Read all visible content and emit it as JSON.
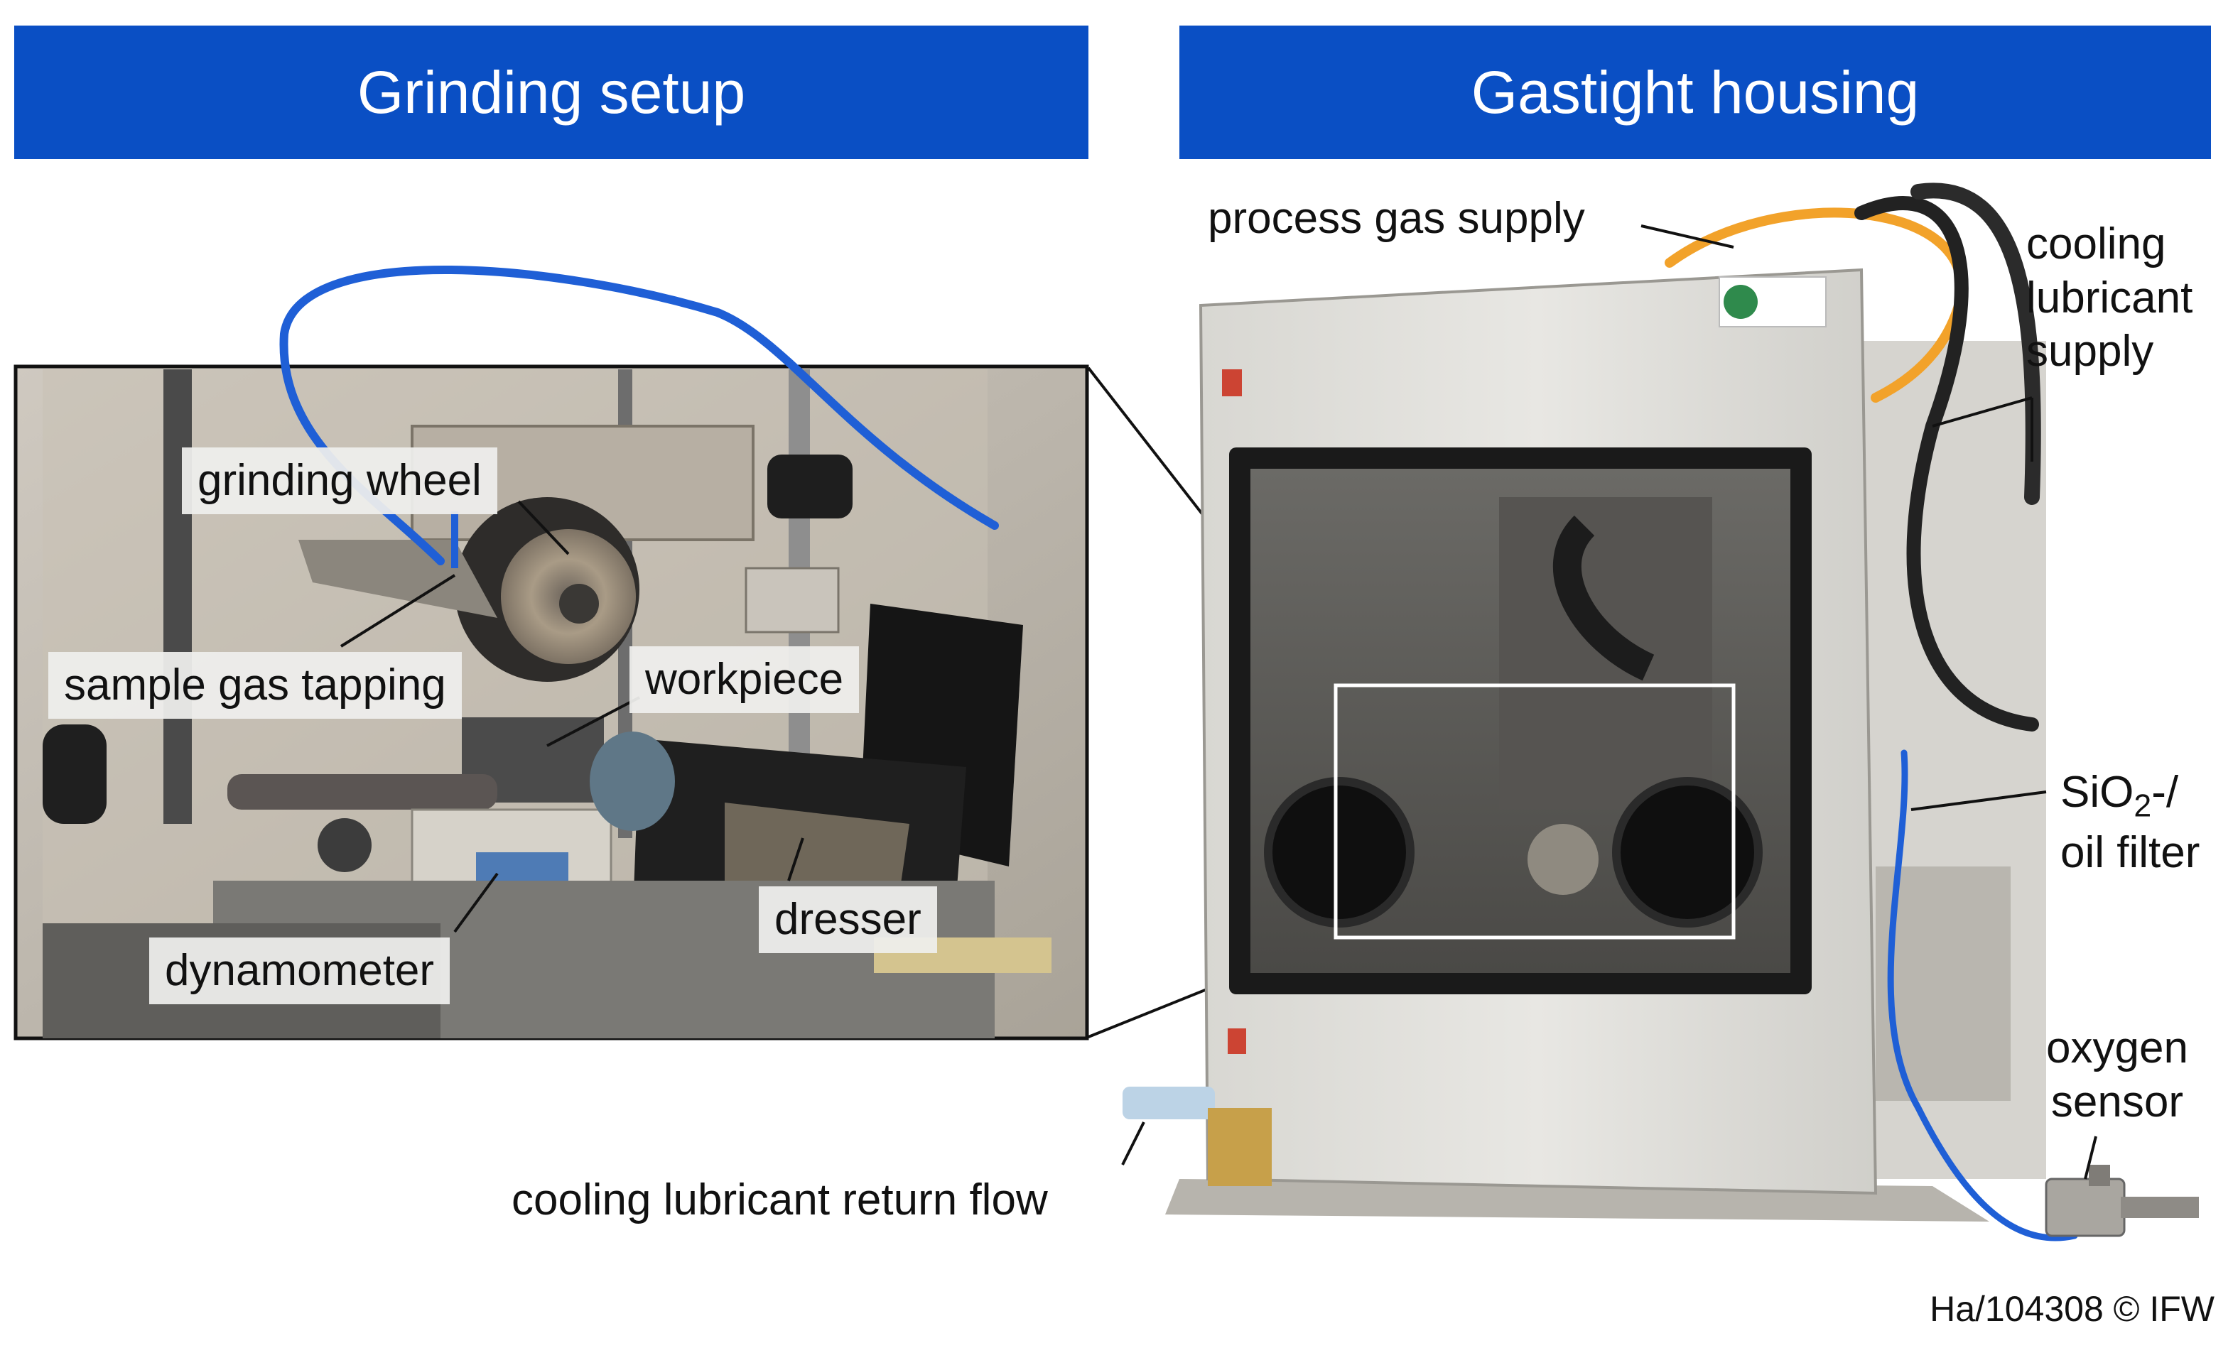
{
  "banners": {
    "left_title": "Grinding setup",
    "right_title": "Gastight housing"
  },
  "grinding_setup_labels": {
    "grinding_wheel": "grinding wheel",
    "sample_gas_tapping": "sample gas tapping",
    "workpiece": "workpiece",
    "dynamometer": "dynamometer",
    "dresser": "dresser"
  },
  "housing_labels": {
    "process_gas_supply": "process gas supply",
    "cooling_lubricant_supply": [
      "cooling",
      "lubricant",
      "supply"
    ],
    "filter_prefix": "SiO",
    "filter_subscript": "2",
    "filter_suffix": "-/",
    "filter_line2": "oil filter",
    "oxygen_sensor": [
      "oxygen",
      "sensor"
    ],
    "cooling_lubricant_return_flow": "cooling lubricant return flow"
  },
  "footer": {
    "credit": "Ha/104308 © IFW"
  },
  "colors": {
    "banner_blue": "#0a4fc4",
    "sample_hose_blue": "#1f5fd6",
    "process_gas_hose_orange": "#f2a22a",
    "housing_panel": "#e3e2dd"
  }
}
